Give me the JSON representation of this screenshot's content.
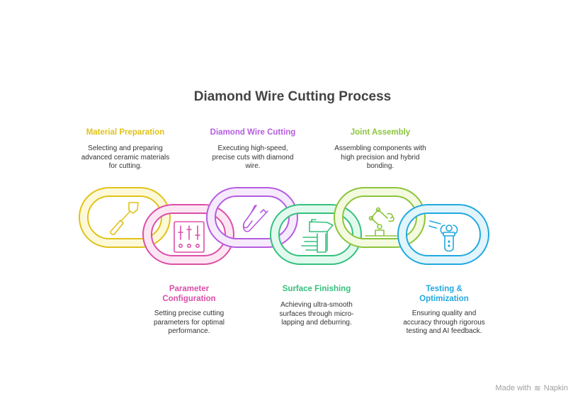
{
  "title": "Diamond Wire Cutting Process",
  "steps": [
    {
      "title": "Material Preparation",
      "description": "Selecting and preparing advanced ceramic materials for cutting.",
      "color": "#e0c21a",
      "fill": "#fdf9d8",
      "icon": "palette-knife-icon"
    },
    {
      "title": "Parameter Configuration",
      "description": "Setting precise cutting parameters for optimal performance.",
      "color": "#dc4fa8",
      "fill": "#fde6f3",
      "icon": "sliders-panel-icon"
    },
    {
      "title": "Diamond Wire Cutting",
      "description": "Executing high-speed, precise cuts with diamond wire.",
      "color": "#b65ce0",
      "fill": "#f6eafd",
      "icon": "wire-cutter-icon"
    },
    {
      "title": "Surface Finishing",
      "description": "Achieving ultra-smooth surfaces through micro-lapping and deburring.",
      "color": "#35c07e",
      "fill": "#e2f9ee",
      "icon": "hand-polishing-icon"
    },
    {
      "title": "Joint Assembly",
      "description": "Assembling components with high precision and hybrid bonding.",
      "color": "#8cc43c",
      "fill": "#f3fadf",
      "icon": "robot-arm-icon"
    },
    {
      "title": "Testing & Optimization",
      "description": "Ensuring quality and accuracy through rigorous testing and AI feedback.",
      "color": "#22a9de",
      "fill": "#e2f4fc",
      "icon": "robotic-test-tube-icon"
    }
  ],
  "footer": {
    "prefix": "Made with",
    "brand": "Napkin"
  }
}
